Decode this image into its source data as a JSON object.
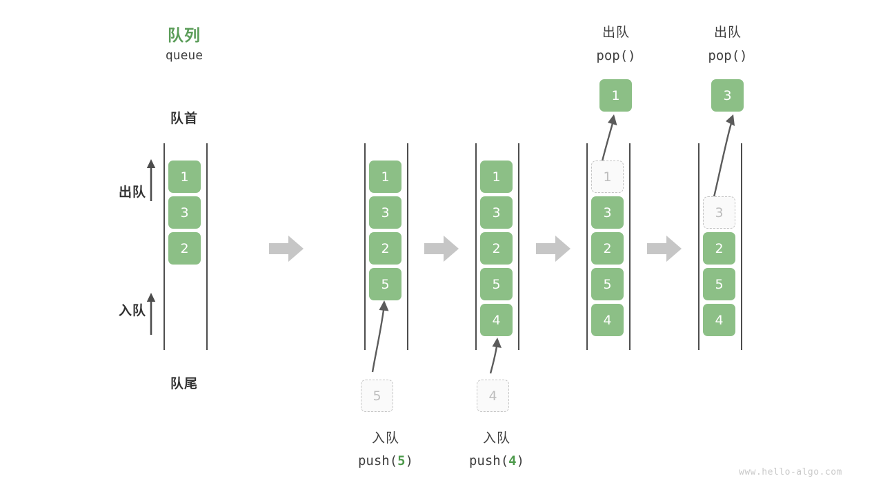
{
  "diagram": {
    "title_cn": "队列",
    "title_en": "queue",
    "head_label": "队首",
    "tail_label": "队尾",
    "dequeue_label": "出队",
    "enqueue_label": "入队",
    "watermark": "www.hello-algo.com",
    "accent_green": "#8cbf86",
    "title_green": "#5a9c58",
    "ghost_gray": "#bdbdbd",
    "arrow_gray": "#c4c4c4",
    "line_dark": "#4d4d4d"
  },
  "steps": [
    {
      "id": "initial",
      "cells": [
        "1",
        "3",
        "2"
      ],
      "ghost_index": null,
      "op_cn": "",
      "op_code_prefix": "",
      "op_code_arg": "",
      "op_code_suffix": ""
    },
    {
      "id": "push-5",
      "cells": [
        "1",
        "3",
        "2",
        "5"
      ],
      "ghost_index": null,
      "incoming_value": "5",
      "op_cn": "入队",
      "op_code_prefix": "push(",
      "op_code_arg": "5",
      "op_code_suffix": ")"
    },
    {
      "id": "push-4",
      "cells": [
        "1",
        "3",
        "2",
        "5",
        "4"
      ],
      "ghost_index": null,
      "incoming_value": "4",
      "op_cn": "入队",
      "op_code_prefix": "push(",
      "op_code_arg": "4",
      "op_code_suffix": ")"
    },
    {
      "id": "pop-1",
      "cells": [
        "1",
        "3",
        "2",
        "5",
        "4"
      ],
      "ghost_index": 0,
      "popped_value": "1",
      "op_cn": "出队",
      "op_code_prefix": "pop(",
      "op_code_arg": "",
      "op_code_suffix": ")"
    },
    {
      "id": "pop-3",
      "cells": [
        "",
        "3",
        "2",
        "5",
        "4"
      ],
      "ghost_index": 1,
      "popped_value": "3",
      "op_cn": "出队",
      "op_code_prefix": "pop(",
      "op_code_arg": "",
      "op_code_suffix": ")"
    }
  ],
  "separators": [
    "sep-1",
    "sep-2",
    "sep-3",
    "sep-4"
  ]
}
